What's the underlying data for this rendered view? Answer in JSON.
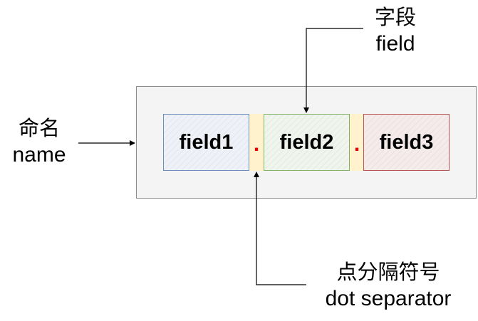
{
  "diagram": {
    "fields": [
      {
        "text": "field1",
        "border_color": "#6c8ebf"
      },
      {
        "text": "field2",
        "border_color": "#82b366"
      },
      {
        "text": "field3",
        "border_color": "#b85450"
      }
    ],
    "separators": [
      ".",
      "."
    ],
    "labels": {
      "name": {
        "zh": "命名",
        "en": "name"
      },
      "field": {
        "zh": "字段",
        "en": "field"
      },
      "separator": {
        "zh": "点分隔符号",
        "en": "dot separator"
      }
    },
    "colors": {
      "separator_dot": "#e60000",
      "separator_fill": "#fff2cc",
      "container_fill": "#f4f4f4",
      "arrow": "#000000"
    }
  }
}
